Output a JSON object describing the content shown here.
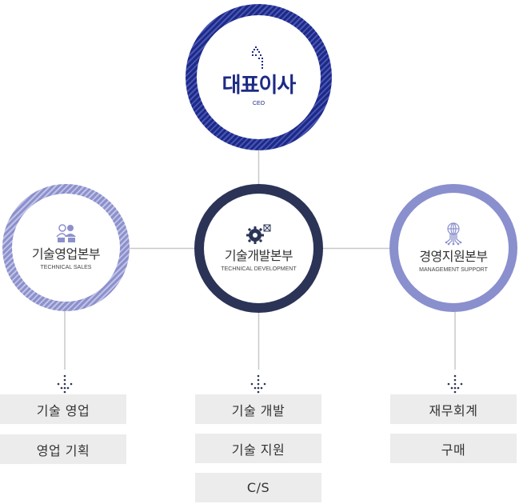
{
  "ceo": {
    "title": "대표이사",
    "subtitle": "CEO"
  },
  "divisions": [
    {
      "title": "기술영업본부",
      "subtitle": "TECHNICAL SALES",
      "items": [
        "기술 영업",
        "영업 기획"
      ]
    },
    {
      "title": "기술개발본부",
      "subtitle": "TECHNICAL DEVELOPMENT",
      "items": [
        "기술 개발",
        "기술 지원",
        "C/S"
      ]
    },
    {
      "title": "경영지원본부",
      "subtitle": "MANAGEMENT SUPPORT",
      "items": [
        "재무회계",
        "구매"
      ]
    }
  ],
  "colors": {
    "ceo_ring": "#1d2a86",
    "sales_ring": "#8c90cc",
    "dev_ring": "#2b3456",
    "mgmt_ring": "#8a8fcd",
    "connector": "#c8c8c8",
    "box_bg": "#ececec"
  },
  "icons": {
    "ceo": "logo-mark-icon",
    "sales": "people-icon",
    "dev": "gear-icon",
    "mgmt": "circuit-globe-icon",
    "branch": "dotted-arrow-down-icon"
  }
}
